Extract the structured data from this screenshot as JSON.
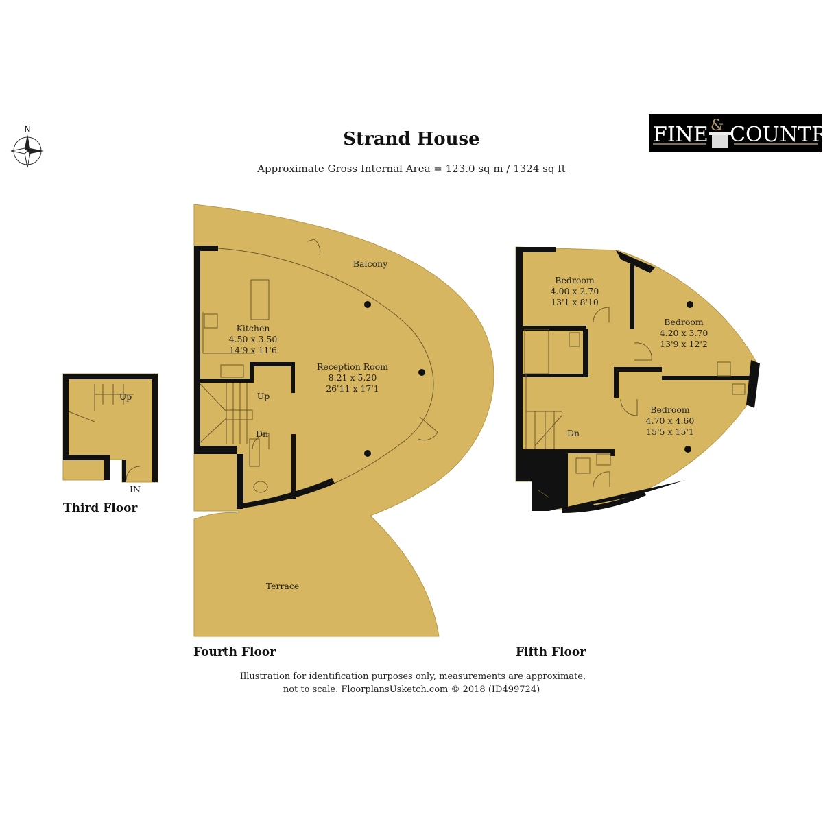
{
  "header": {
    "title": "Strand House",
    "subtitle": "Approximate Gross Internal Area = 123.0 sq m / 1324 sq ft"
  },
  "compass": {
    "label": "N",
    "icon": "compass-rose-icon"
  },
  "logo": {
    "text_left": "FINE",
    "ampersand": "&",
    "text_right": "COUNTRY"
  },
  "floors": {
    "third": {
      "name": "Third Floor",
      "labels": {
        "up": "Up",
        "entrance": "IN"
      }
    },
    "fourth": {
      "name": "Fourth Floor",
      "rooms": [
        {
          "name": "Balcony"
        },
        {
          "name": "Kitchen",
          "metric": "4.50 x 3.50",
          "imperial": "14'9 x 11'6"
        },
        {
          "name": "Reception Room",
          "metric": "8.21 x 5.20",
          "imperial": "26'11 x 17'1"
        },
        {
          "name": "Terrace"
        }
      ],
      "labels": {
        "up": "Up",
        "down": "Dn"
      }
    },
    "fifth": {
      "name": "Fifth Floor",
      "rooms": [
        {
          "name": "Bedroom",
          "metric": "4.00 x 2.70",
          "imperial": "13'1 x 8'10"
        },
        {
          "name": "Bedroom",
          "metric": "4.20 x 3.70",
          "imperial": "13'9 x 12'2"
        },
        {
          "name": "Bedroom",
          "metric": "4.70 x 4.60",
          "imperial": "15'5 x 15'1"
        }
      ],
      "labels": {
        "down": "Dn"
      }
    }
  },
  "footer": {
    "line1": "Illustration for identification purposes only, measurements are approximate,",
    "line2": "not to scale. FloorplansUsketch.com © 2018 (ID499724)"
  },
  "colors": {
    "floor_fill": "#D7B661",
    "wall": "#111111",
    "logo_bg": "#000000"
  }
}
